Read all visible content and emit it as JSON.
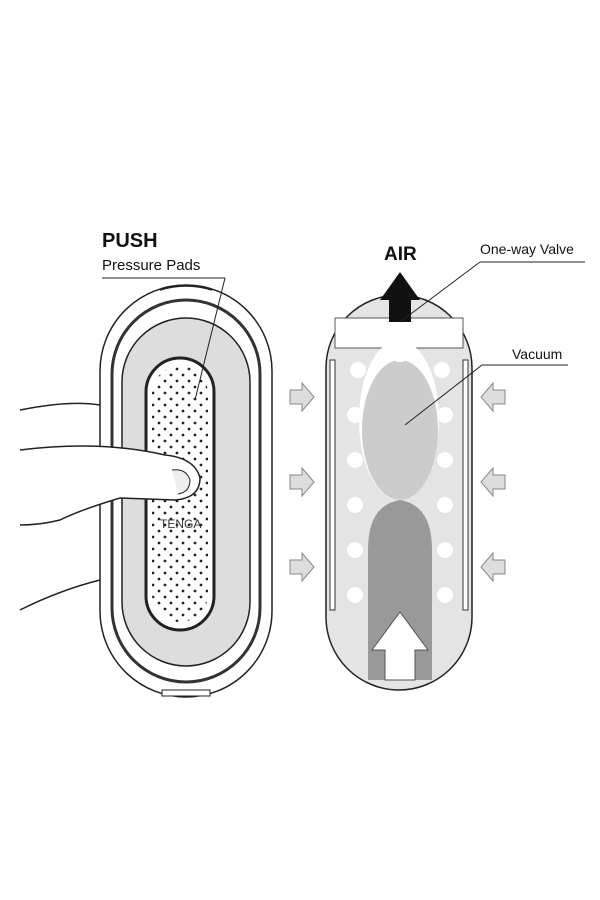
{
  "left_panel": {
    "heading": "PUSH",
    "label": "Pressure Pads",
    "logo_text": "TENGA"
  },
  "right_panel": {
    "air_label": "AIR",
    "valve_label": "One-way Valve",
    "vacuum_label": "Vacuum"
  }
}
